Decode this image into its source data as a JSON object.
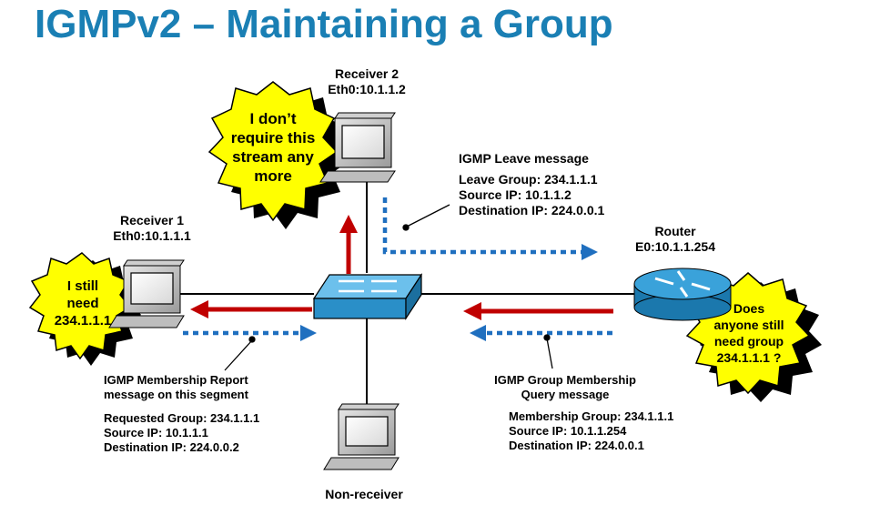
{
  "title": "IGMPv2 – Maintaining a Group",
  "receiver2": {
    "name": "Receiver 2",
    "iface": "Eth0:10.1.1.2"
  },
  "receiver1": {
    "name": "Receiver 1",
    "iface": "Eth0:10.1.1.1"
  },
  "router": {
    "name": "Router",
    "iface": "E0:10.1.1.254"
  },
  "nonreceiver": {
    "name": "Non-receiver"
  },
  "bubble_r2": [
    "I don’t",
    "require this",
    "stream any",
    "more"
  ],
  "bubble_r1": [
    "I still",
    "need",
    "234.1.1.1"
  ],
  "bubble_router": [
    "Does",
    "anyone still",
    "need group",
    "234.1.1.1 ?"
  ],
  "leave_msg": {
    "heading": "IGMP Leave message",
    "lines": [
      "Leave Group: 234.1.1.1",
      "Source IP: 10.1.1.2",
      "Destination IP: 224.0.0.1"
    ]
  },
  "report_msg": {
    "heading": [
      "IGMP Membership Report",
      "message on this segment"
    ],
    "lines": [
      "Requested Group: 234.1.1.1",
      "Source IP: 10.1.1.1",
      "Destination IP: 224.0.0.2"
    ]
  },
  "query_msg": {
    "heading": [
      "IGMP Group Membership",
      "Query message"
    ],
    "lines": [
      "Membership Group: 234.1.1.1",
      "Source IP: 10.1.1.254",
      "Destination IP: 224.0.0.1"
    ]
  },
  "colors": {
    "title": "#1a7fb4",
    "data_arrow": "#c00000",
    "igmp_arrow": "#1f6fbf",
    "starburst": "#ffff00",
    "switch": "#2a8fc8",
    "router": "#2a8fc8"
  },
  "icons": {
    "switch": "switch-icon",
    "router": "router-icon",
    "pc": "computer-icon"
  }
}
